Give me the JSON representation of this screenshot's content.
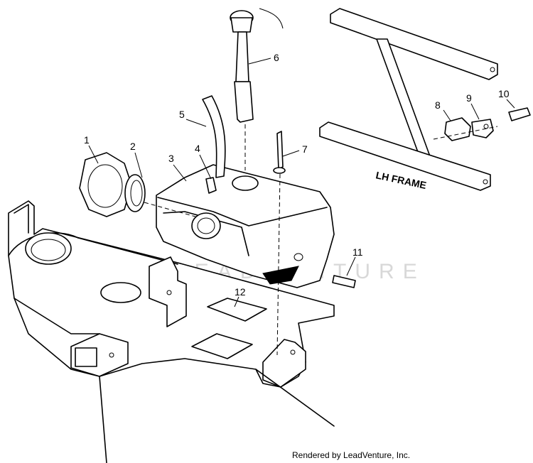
{
  "callouts": [
    "1",
    "2",
    "3",
    "4",
    "5",
    "6",
    "7",
    "8",
    "9",
    "10",
    "11",
    "12"
  ],
  "frame_label": "LH FRAME",
  "watermark": "LEADVENTURE",
  "footer": "Rendered by LeadVenture, Inc."
}
